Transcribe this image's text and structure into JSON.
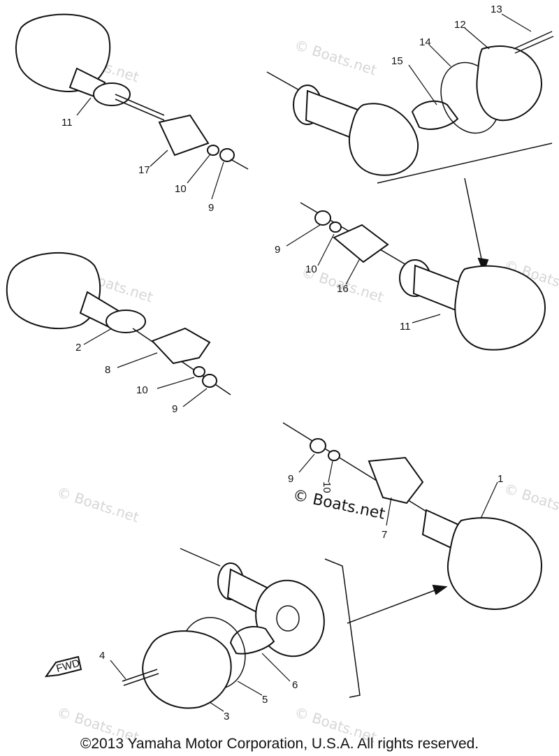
{
  "watermark": {
    "text": "© Boats.net"
  },
  "fwd_label": "FWD",
  "callouts": {
    "p1": "1",
    "p2": "2",
    "p3": "3",
    "p4": "4",
    "p5": "5",
    "p6": "6",
    "p7": "7",
    "p8": "8",
    "p9a": "9",
    "p9b": "9",
    "p9c": "9",
    "p9d": "9",
    "p10a": "10",
    "p10b": "10",
    "p10c": "10",
    "p10d": "10",
    "p11a": "11",
    "p11b": "11",
    "p12": "12",
    "p13": "13",
    "p14": "14",
    "p15": "15",
    "p16": "16",
    "p17": "17"
  },
  "copyright": "©2013 Yamaha Motor Corporation, U.S.A. All rights reserved."
}
